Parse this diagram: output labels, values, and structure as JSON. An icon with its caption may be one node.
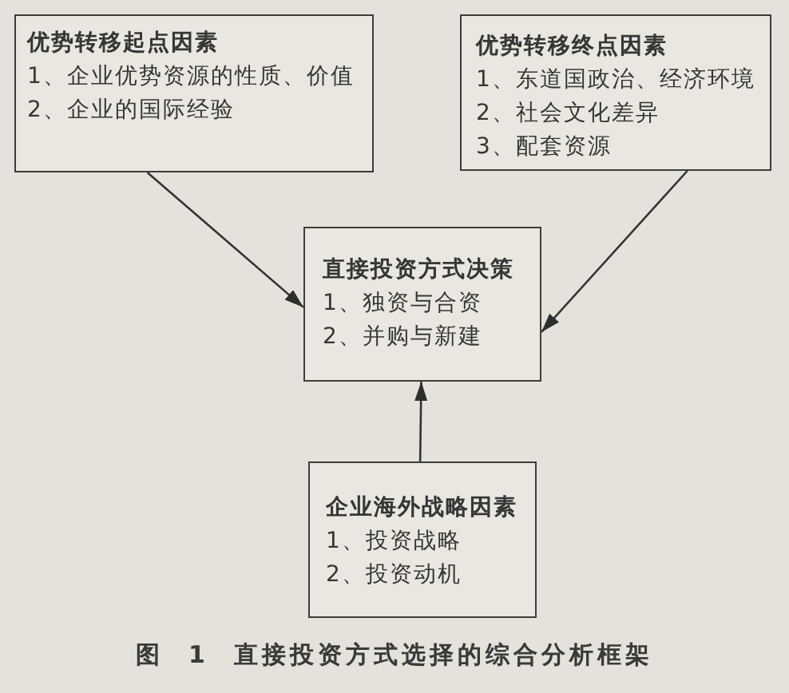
{
  "diagram": {
    "caption": "图 1 直接投资方式选择的综合分析框架",
    "nodes": [
      {
        "text": [
          "优势转移起点因素",
          "1、企业优势资源的性质、价值",
          "2、企业的国际经验"
        ]
      },
      {
        "text": [
          "优势转移终点因素",
          "1、东道国政治、经济环境",
          "2、社会文化差异",
          "3、配套资源"
        ]
      },
      {
        "text": [
          "直接投资方式决策",
          "1、独资与合资",
          "2、并购与新建"
        ]
      },
      {
        "text": [
          "企业海外战略因素",
          "1、投资战略",
          "2、投资动机"
        ]
      }
    ],
    "edges": [
      {
        "from": 0,
        "to": 2,
        "arrow": "to"
      },
      {
        "from": 1,
        "to": 2,
        "arrow": "to"
      },
      {
        "from": 3,
        "to": 2,
        "arrow": "to"
      }
    ]
  }
}
